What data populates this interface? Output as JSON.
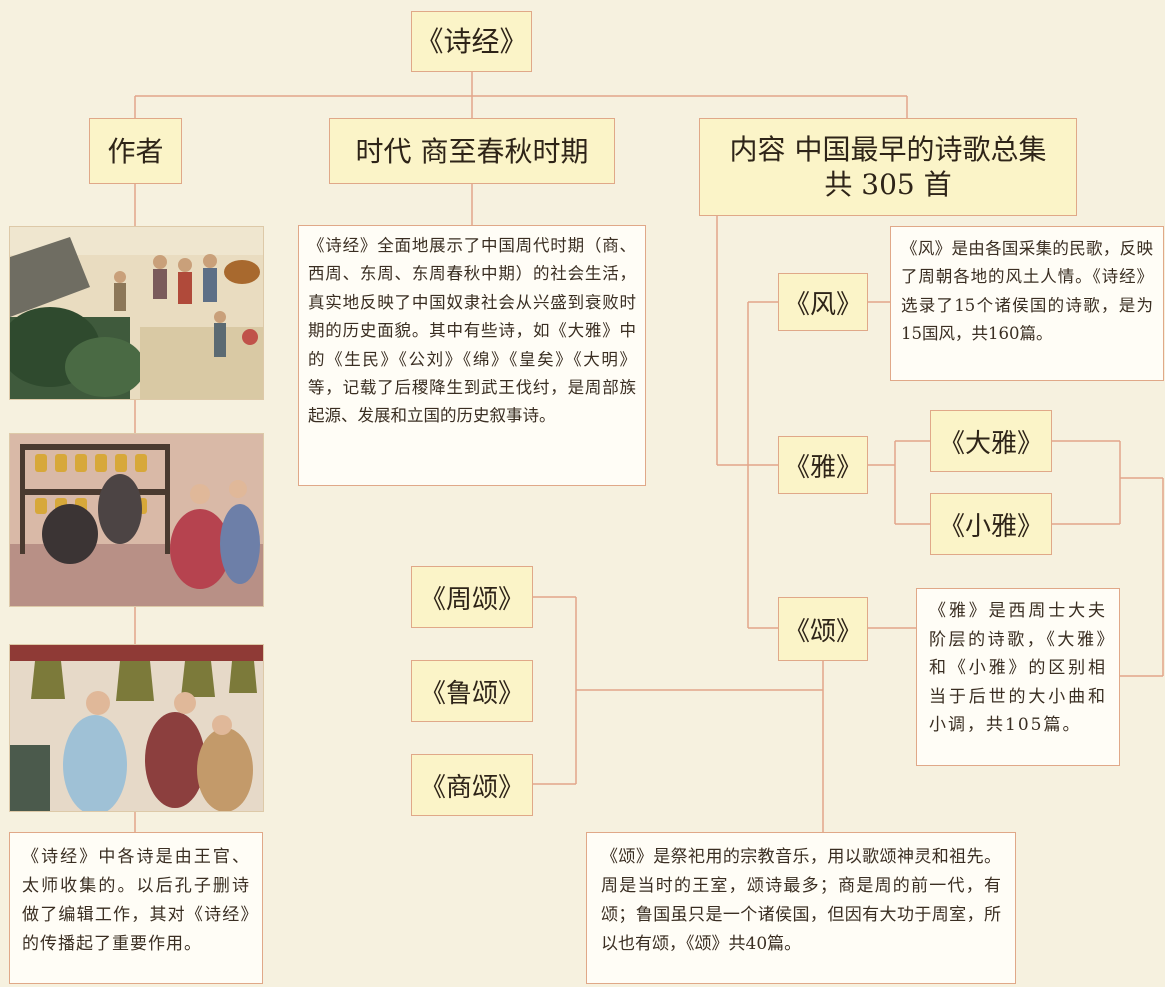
{
  "root": "《诗经》",
  "author": {
    "label": "作者",
    "description": "《诗经》中各诗是由王官、太师收集的。以后孔子删诗做了编辑工作，其对《诗经》的传播起了重要作用。"
  },
  "era": {
    "label": "时代 商至春秋时期",
    "description": "《诗经》全面地展示了中国周代时期（商、西周、东周、东周春秋中期）的社会生活，真实地反映了中国奴隶社会从兴盛到衰败时期的历史面貌。其中有些诗，如《大雅》中的《生民》《公刘》《绵》《皇矣》《大明》等，记载了后稷降生到武王伐纣，是周部族起源、发展和立国的历史叙事诗。"
  },
  "content": {
    "label_line1": "内容 中国最早的诗歌总集",
    "label_line2": "共 305 首"
  },
  "feng": {
    "label": "《风》",
    "description": "《风》是由各国采集的民歌，反映了周朝各地的风土人情。《诗经》选录了15个诸侯国的诗歌，是为15国风，共160篇。"
  },
  "ya": {
    "label": "《雅》",
    "sub": [
      "《大雅》",
      "《小雅》"
    ],
    "description": "《雅》是西周士大夫阶层的诗歌，《大雅》和《小雅》的区别相当于后世的大小曲和小调，共105篇。"
  },
  "song": {
    "label": "《颂》",
    "sub": [
      "《周颂》",
      "《鲁颂》",
      "《商颂》"
    ],
    "description": "《颂》是祭祀用的宗教音乐，用以歌颂神灵和祖先。周是当时的王室，颂诗最多；商是周的前一代，有颂；鲁国虽只是一个诸侯国，但因有大功于周室，所以也有颂，《颂》共40篇。"
  },
  "illustrations": [
    "palace-gathering-illustration",
    "bell-music-illustration",
    "ritual-bells-illustration"
  ],
  "colors": {
    "line": "#e2a58a",
    "box_fill": "#fbf4c8",
    "text_fill": "#fffdf6",
    "background": "#f6f1df"
  }
}
